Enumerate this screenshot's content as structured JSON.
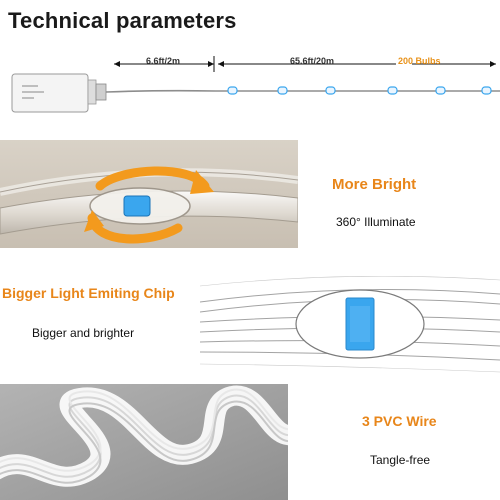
{
  "header": {
    "title": "Technical parameters"
  },
  "dimensions": {
    "lead_length": "6.6ft/2m",
    "string_length": "65.6ft/20m",
    "bulb_count": "200 Bulbs"
  },
  "features": [
    {
      "heading": "More Bright",
      "subtext": "360° Illuminate"
    },
    {
      "heading": "Bigger Light Emiting Chip",
      "subtext": "Bigger and brighter"
    },
    {
      "heading": "3 PVC Wire",
      "subtext": "Tangle-free"
    }
  ],
  "colors": {
    "accent": "#e8861a",
    "led_blue": "#3aa6ee",
    "text": "#111111"
  }
}
